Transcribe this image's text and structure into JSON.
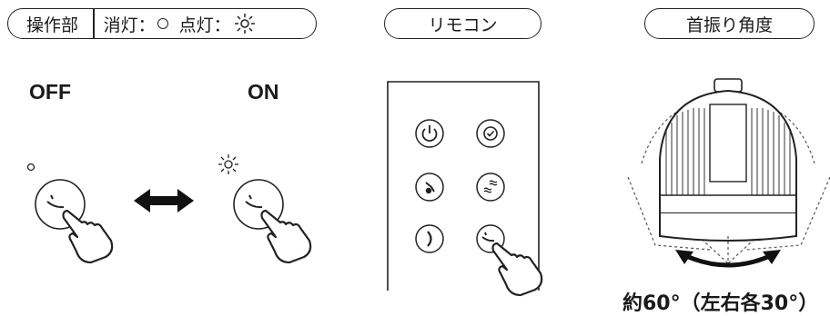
{
  "panel": {
    "operation_label": "操作部",
    "legend_off": "消灯：",
    "legend_on": "点灯：",
    "off_label": "OFF",
    "on_label": "ON"
  },
  "remote": {
    "title": "リモコン",
    "buttons": [
      "power-icon",
      "timer-icon",
      "rhythm-icon",
      "wind-icon",
      "night-icon",
      "swing-icon"
    ]
  },
  "oscillation": {
    "title": "首振り角度",
    "caption": "約60°（左右各30°）"
  }
}
